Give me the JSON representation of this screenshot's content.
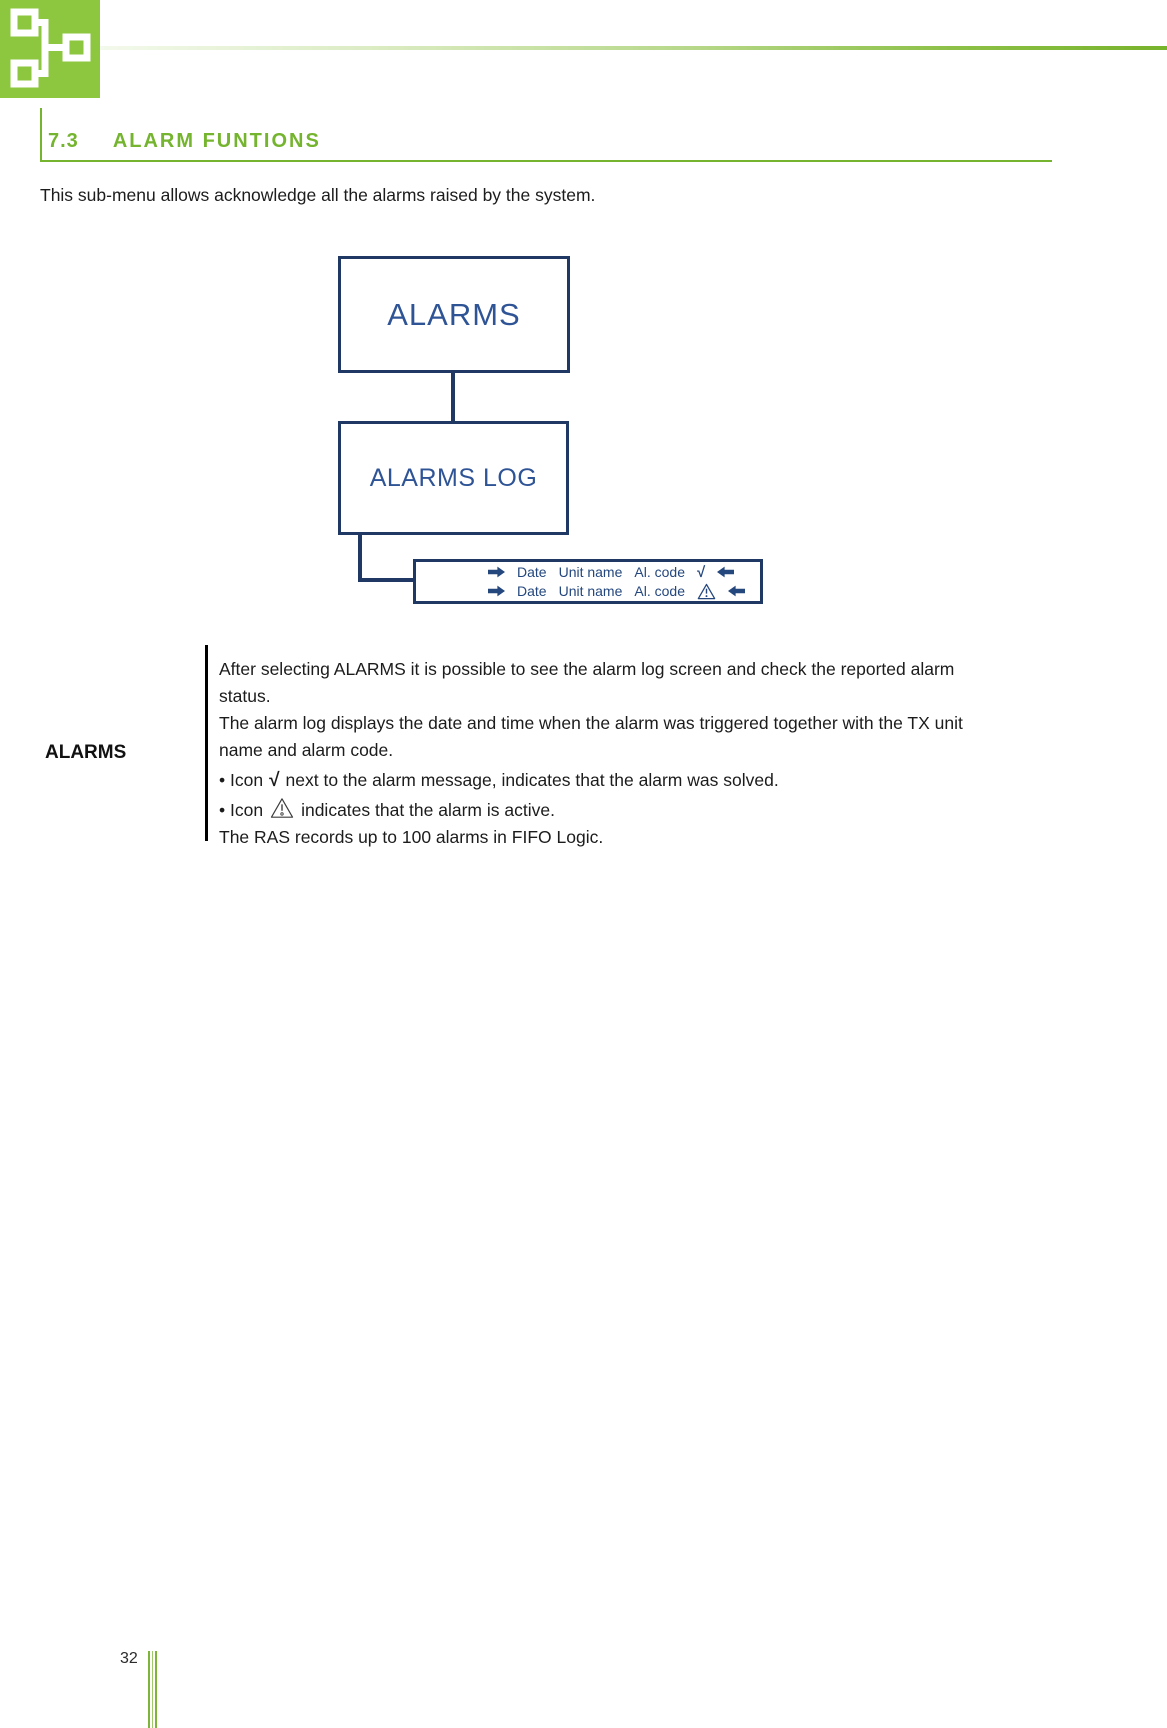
{
  "page": {
    "number": "32"
  },
  "logo": {
    "icon": "network-nodes-icon",
    "color": "#8DC63F"
  },
  "section": {
    "number": "7.3",
    "title": "ALARM FUNTIONS"
  },
  "intro": "This sub-menu allows acknowledge all the alarms raised by the system.",
  "diagram": {
    "alarms_box": "ALARMS",
    "alarms_log_box": "ALARMS LOG",
    "log_rows": [
      {
        "arrow_in": "arrow-right-icon",
        "date": "Date",
        "unit": "Unit name",
        "code": "Al. code",
        "status_glyph": "√",
        "status_icon": "check-mark",
        "arrow_out": "arrow-left-icon"
      },
      {
        "arrow_in": "arrow-right-icon",
        "date": "Date",
        "unit": "Unit name",
        "code": "Al. code",
        "status_icon": "warning-triangle",
        "arrow_out": "arrow-left-icon"
      }
    ]
  },
  "description": {
    "side_label": "ALARMS",
    "para_lines": [
      "After selecting ALARMS it is possible to see the alarm log screen and check the reported alarm",
      "status.",
      "The alarm log displays the date and time when the alarm was triggered together with the TX unit",
      "name and alarm code."
    ],
    "bullet1": {
      "prefix": "• Icon",
      "icon": "√",
      "suffix": "next to the alarm message, indicates that the alarm was solved."
    },
    "bullet2": {
      "prefix": "• Icon",
      "icon_name": "warning-triangle-icon",
      "suffix": "indicates that the alarm is active."
    },
    "closing": "The RAS records up to 100 alarms in FIFO Logic."
  },
  "colors": {
    "logo_green": "#8DC63F",
    "heading_green": "#74B42E",
    "diagram_border_navy": "#1F3864",
    "diagram_text_navy": "#2F5496",
    "log_text_navy": "#24477E",
    "body_text": "#1C1C1C"
  }
}
